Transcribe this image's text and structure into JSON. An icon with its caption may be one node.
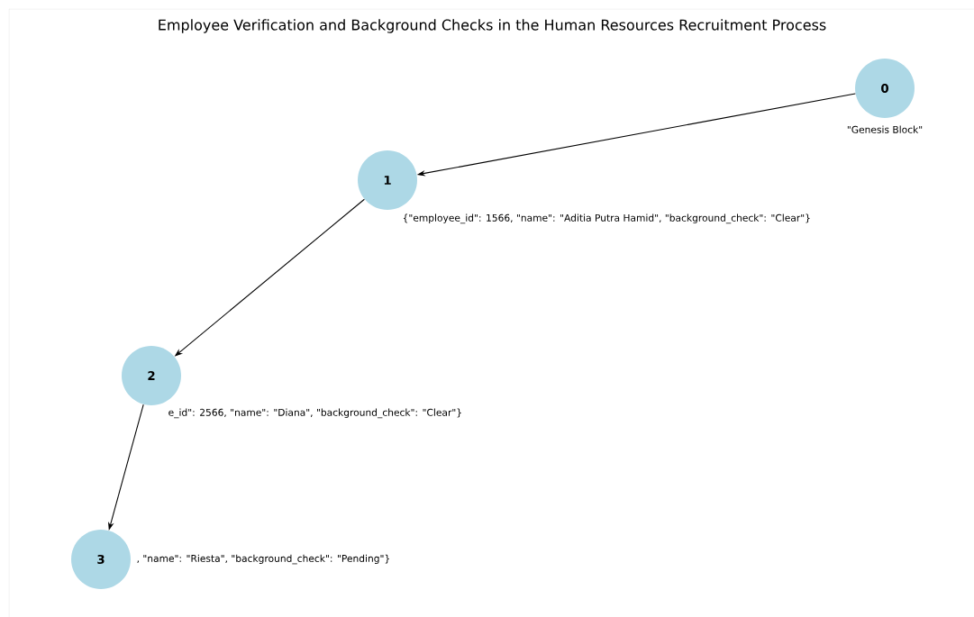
{
  "diagram": {
    "title": "Employee Verification and Background Checks in the Human Resources Recruitment Process",
    "nodes": [
      {
        "text": [
          "0",
          "\"Genesis Block\""
        ]
      },
      {
        "text": [
          "1",
          "{\"employee_id\": 1566, \"name\": \"Aditia Putra Hamid\", \"background_check\": \"Clear\"}"
        ]
      },
      {
        "text": [
          "2",
          "e_id\": 2566, \"name\": \"Diana\", \"background_check\": \"Clear\"}"
        ]
      },
      {
        "text": [
          "3",
          ", \"name\": \"Riesta\", \"background_check\": \"Pending\"}"
        ]
      }
    ],
    "edges": [
      {
        "from": 0,
        "to": 1,
        "arrow": "to"
      },
      {
        "from": 1,
        "to": 2,
        "arrow": "to"
      },
      {
        "from": 2,
        "to": 3,
        "arrow": "to"
      }
    ]
  }
}
